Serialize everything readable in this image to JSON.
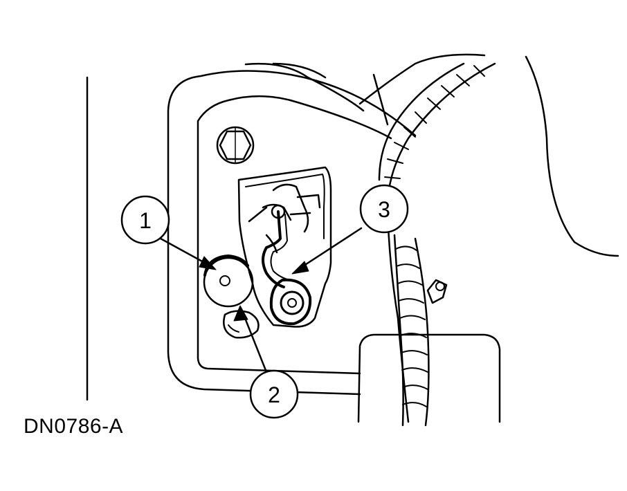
{
  "figure": {
    "id_label": "DN0786-A"
  },
  "callouts": [
    {
      "number": "1"
    },
    {
      "number": "2"
    },
    {
      "number": "3"
    }
  ],
  "colors": {
    "line": "#000000",
    "background": "#ffffff"
  }
}
